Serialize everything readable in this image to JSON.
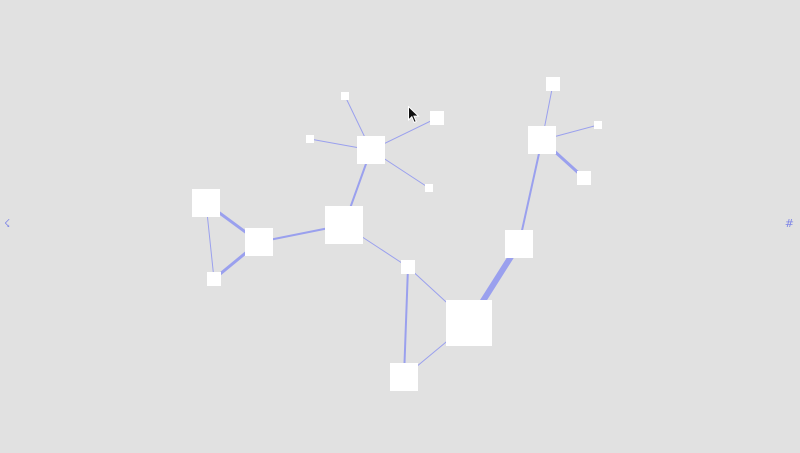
{
  "colors": {
    "background": "#e1e1e1",
    "edge": "#9aa0ee",
    "node": "#ffffff",
    "icon": "#7f86e6"
  },
  "icons": {
    "left": {
      "name": "network-graph-icon",
      "glyph": "☇"
    },
    "right": {
      "name": "hash-icon",
      "glyph": "#"
    },
    "cursor": {
      "name": "mouse-pointer-icon"
    }
  },
  "graph": {
    "nodes": [
      {
        "id": "n1",
        "size": "m"
      },
      {
        "id": "n2",
        "size": "m"
      },
      {
        "id": "n3",
        "size": "s"
      },
      {
        "id": "n4",
        "size": "l"
      },
      {
        "id": "n5",
        "size": "m"
      },
      {
        "id": "n6",
        "size": "xs"
      },
      {
        "id": "n7",
        "size": "xs"
      },
      {
        "id": "n8",
        "size": "s"
      },
      {
        "id": "n9",
        "size": "xs"
      },
      {
        "id": "n10",
        "size": "s"
      },
      {
        "id": "n11",
        "size": "xl"
      },
      {
        "id": "n12",
        "size": "m"
      },
      {
        "id": "n13",
        "size": "m"
      },
      {
        "id": "n14",
        "size": "m"
      },
      {
        "id": "n15",
        "size": "s"
      },
      {
        "id": "n16",
        "size": "xs"
      },
      {
        "id": "n17",
        "size": "s"
      }
    ],
    "edges": [
      {
        "from": "n1",
        "to": "n2",
        "weight": 3
      },
      {
        "from": "n1",
        "to": "n3",
        "weight": 1
      },
      {
        "from": "n2",
        "to": "n3",
        "weight": 3
      },
      {
        "from": "n2",
        "to": "n4",
        "weight": 2
      },
      {
        "from": "n4",
        "to": "n5",
        "weight": 2
      },
      {
        "from": "n5",
        "to": "n6",
        "weight": 1
      },
      {
        "from": "n5",
        "to": "n7",
        "weight": 1
      },
      {
        "from": "n5",
        "to": "n8",
        "weight": 1
      },
      {
        "from": "n5",
        "to": "n9",
        "weight": 1
      },
      {
        "from": "n4",
        "to": "n10",
        "weight": 1
      },
      {
        "from": "n10",
        "to": "n11",
        "weight": 1
      },
      {
        "from": "n10",
        "to": "n12",
        "weight": 2
      },
      {
        "from": "n11",
        "to": "n12",
        "weight": 1
      },
      {
        "from": "n11",
        "to": "n13",
        "weight": 6
      },
      {
        "from": "n13",
        "to": "n14",
        "weight": 2
      },
      {
        "from": "n14",
        "to": "n15",
        "weight": 1
      },
      {
        "from": "n14",
        "to": "n16",
        "weight": 1
      },
      {
        "from": "n14",
        "to": "n17",
        "weight": 3
      }
    ]
  }
}
